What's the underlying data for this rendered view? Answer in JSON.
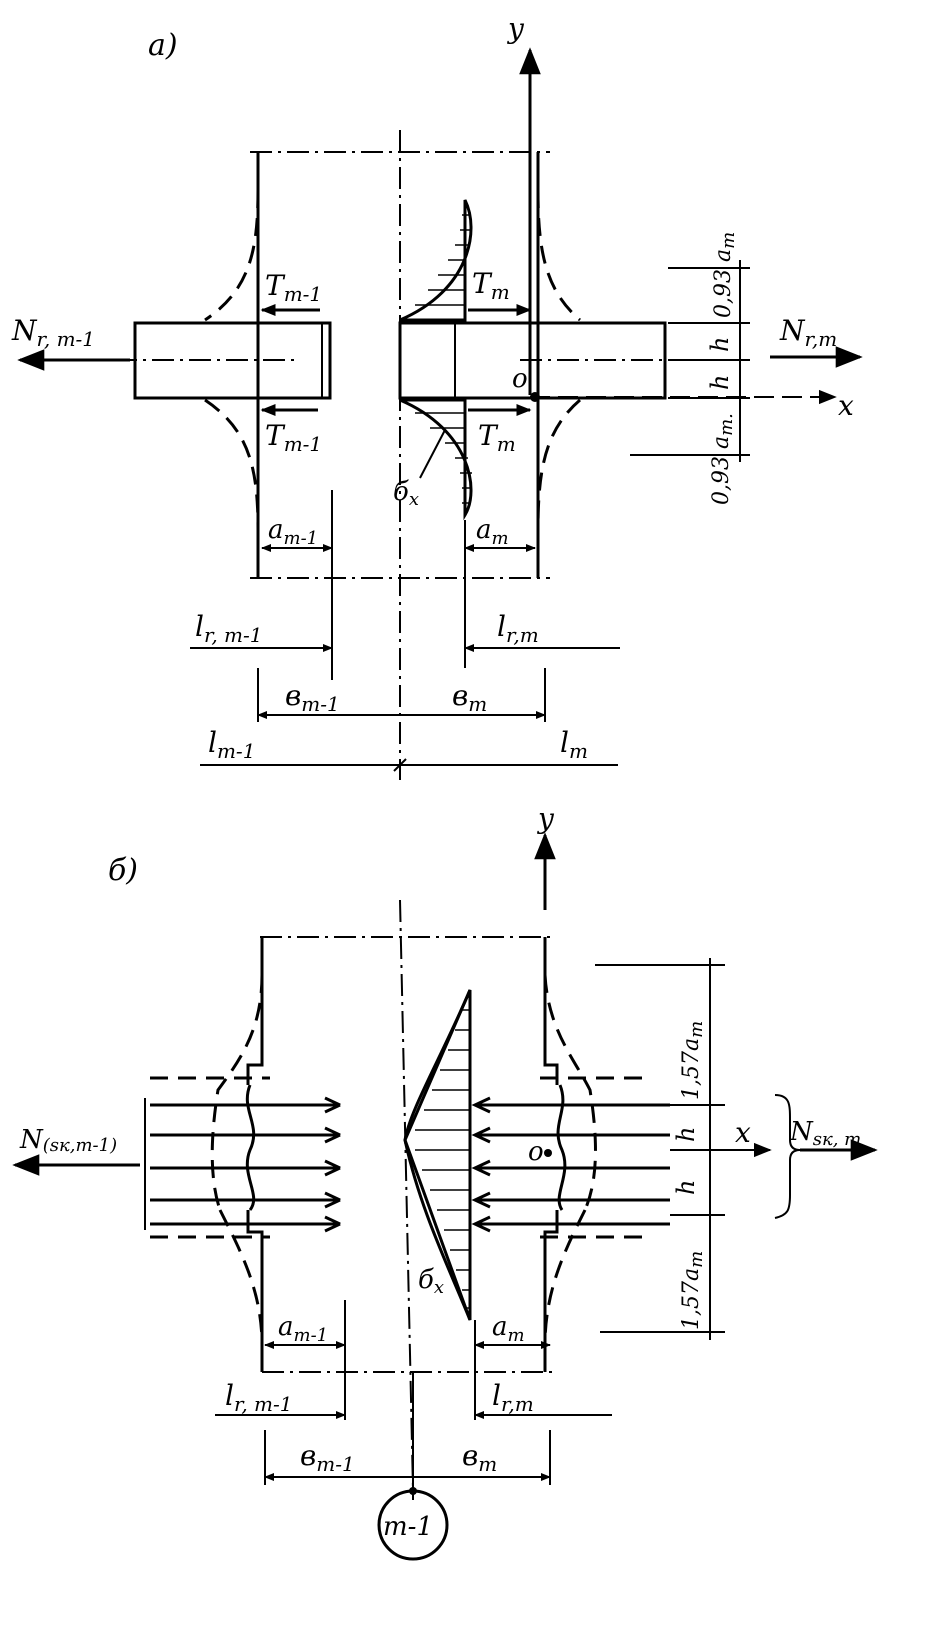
{
  "panel_a": {
    "label": "а)",
    "axis_y": "y",
    "axis_x": "x",
    "origin": "o",
    "force_left": "N",
    "force_left_sub": "r, m-1",
    "force_right": "N",
    "force_right_sub": "r,m",
    "shear_left_top": "T",
    "shear_left_top_sub": "m-1",
    "shear_left_bottom": "T",
    "shear_left_bottom_sub": "m-1",
    "shear_right_top": "T",
    "shear_right_top_sub": "m",
    "shear_right_bottom": "T",
    "shear_right_bottom_sub": "m",
    "stress": "б",
    "stress_sub": "x",
    "dim_top": "0,93 a",
    "dim_top_sub": "m",
    "dim_h1": "h",
    "dim_h2": "h",
    "dim_bottom": "0,93 a",
    "dim_bottom_sub": "m.",
    "a_left": "a",
    "a_left_sub": "m-1",
    "a_right": "a",
    "a_right_sub": "m",
    "lr_left": "l",
    "lr_left_sub": "r, m-1",
    "lr_right": "l",
    "lr_right_sub": "r,m",
    "b_left": "в",
    "b_left_sub": "m-1",
    "b_right": "в",
    "b_right_sub": "m",
    "l_left": "l",
    "l_left_sub": "m-1",
    "l_right": "l",
    "l_right_sub": "m"
  },
  "panel_b": {
    "label": "б)",
    "axis_y": "y",
    "axis_x": "x",
    "origin": "o",
    "force_left": "N",
    "force_left_sub": "(sк,m-1)",
    "force_right": "N",
    "force_right_sub": "sк, m",
    "stress": "б",
    "stress_sub": "x",
    "dim_top": "1,57a",
    "dim_top_sub": "m",
    "dim_h1": "h",
    "dim_h2": "h",
    "dim_bottom": "1,57a",
    "dim_bottom_sub": "m",
    "a_left": "a",
    "a_left_sub": "m-1",
    "a_right": "a",
    "a_right_sub": "m",
    "lr_left": "l",
    "lr_left_sub": "r, m-1",
    "lr_right": "l",
    "lr_right_sub": "r,m",
    "b_left": "в",
    "b_left_sub": "m-1",
    "b_right": "в",
    "b_right_sub": "m",
    "node": "m-1"
  }
}
